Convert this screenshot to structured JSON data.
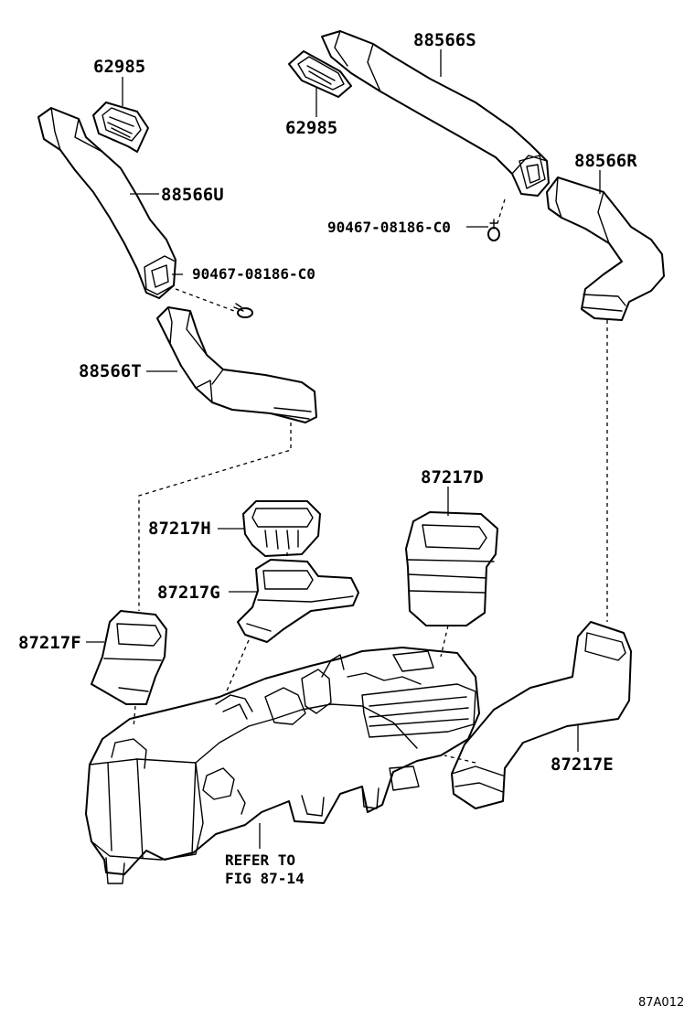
{
  "labels": {
    "p88566S": "88566S",
    "p62985_top": "62985",
    "p62985_right": "62985",
    "p88566U": "88566U",
    "p88566R": "88566R",
    "screw_left": "90467-08186-C0",
    "screw_right": "90467-08186-C0",
    "p88566T": "88566T",
    "p87217D": "87217D",
    "p87217H": "87217H",
    "p87217G": "87217G",
    "p87217F": "87217F",
    "p87217E": "87217E",
    "refer_line1": "REFER TO",
    "refer_line2": "FIG 87-14"
  },
  "figure_code": "87A012"
}
